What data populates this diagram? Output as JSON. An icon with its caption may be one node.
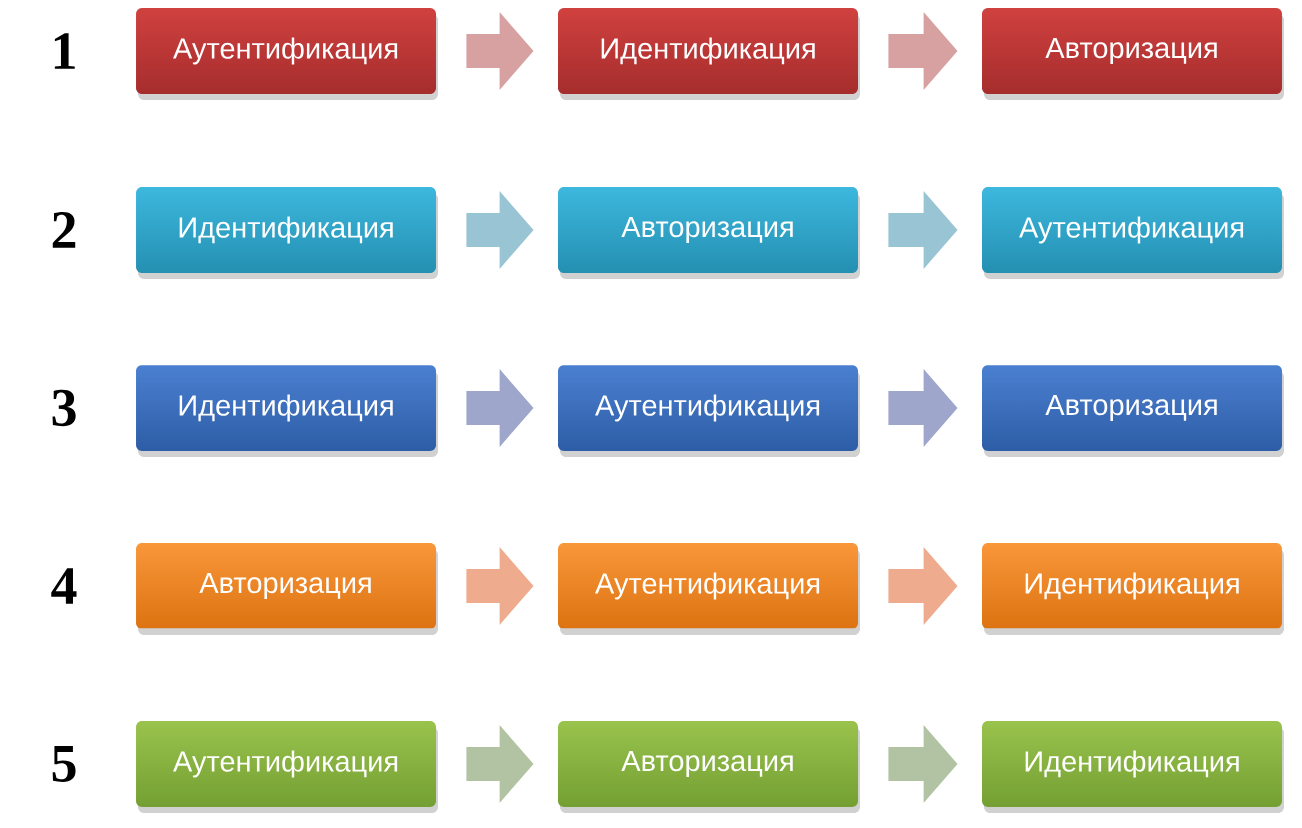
{
  "diagram": {
    "nodes": [
      {
        "text": [
          "Аутентификация"
        ]
      },
      {
        "text": [
          "Идентификация"
        ]
      },
      {
        "text": [
          "Авторизация"
        ]
      },
      {
        "text": [
          "Идентификация"
        ]
      },
      {
        "text": [
          "Авторизация"
        ]
      },
      {
        "text": [
          "Аутентификация"
        ]
      },
      {
        "text": [
          "Идентификация"
        ]
      },
      {
        "text": [
          "Аутентификация"
        ]
      },
      {
        "text": [
          "Авторизация"
        ]
      },
      {
        "text": [
          "Авторизация"
        ]
      },
      {
        "text": [
          "Аутентификация"
        ]
      },
      {
        "text": [
          "Идентификация"
        ]
      },
      {
        "text": [
          "Аутентификация"
        ]
      },
      {
        "text": [
          "Авторизация"
        ]
      },
      {
        "text": [
          "Идентификация"
        ]
      }
    ],
    "edges": [
      {
        "from": 0,
        "to": 1,
        "arrow": "to",
        "color": "#d7a1a1"
      },
      {
        "from": 1,
        "to": 2,
        "arrow": "to",
        "color": "#d7a1a1"
      },
      {
        "from": 3,
        "to": 4,
        "arrow": "to",
        "color": "#98c4d3"
      },
      {
        "from": 4,
        "to": 5,
        "arrow": "to",
        "color": "#98c4d3"
      },
      {
        "from": 6,
        "to": 7,
        "arrow": "to",
        "color": "#9ea7cb"
      },
      {
        "from": 7,
        "to": 8,
        "arrow": "to",
        "color": "#9ea7cb"
      },
      {
        "from": 9,
        "to": 10,
        "arrow": "to",
        "color": "#eeab8e"
      },
      {
        "from": 10,
        "to": 11,
        "arrow": "to",
        "color": "#eeab8e"
      },
      {
        "from": 12,
        "to": 13,
        "arrow": "to",
        "color": "#b2c3a4"
      },
      {
        "from": 13,
        "to": 14,
        "arrow": "to",
        "color": "#b2c3a4"
      }
    ],
    "labels": [
      "1",
      "2",
      "3",
      "4",
      "5"
    ]
  }
}
